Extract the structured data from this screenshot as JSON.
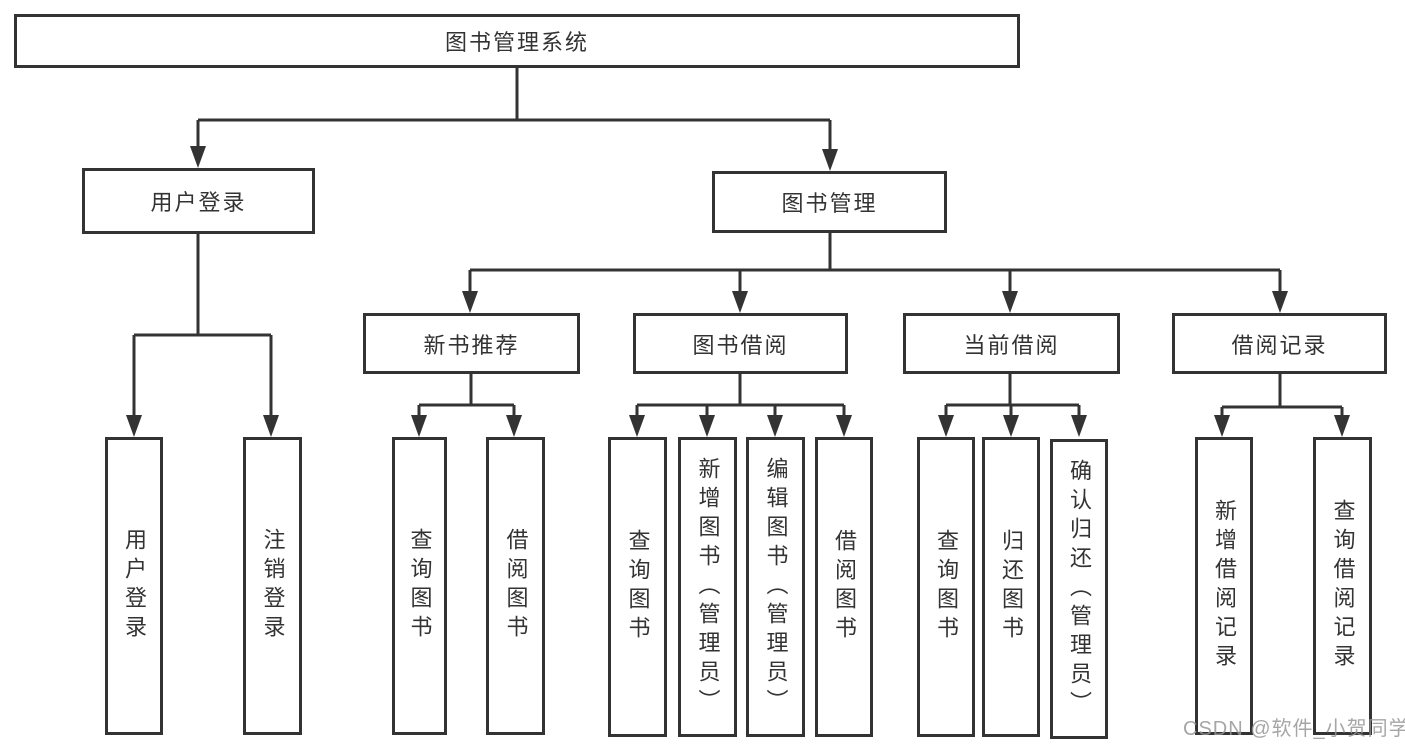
{
  "diagram_title": "图书管理系统",
  "colors": {
    "line": "#333333",
    "text": "#333333",
    "box_background": "#ffffff",
    "watermark": "#969696"
  },
  "nodes": {
    "root": {
      "label": "图书管理系统"
    },
    "user_login": {
      "label": "用户登录"
    },
    "book_mgmt": {
      "label": "图书管理"
    },
    "ul_login": {
      "label": "用户登录"
    },
    "ul_logout": {
      "label": "注销登录"
    },
    "new_books": {
      "label": "新书推荐"
    },
    "book_borrow": {
      "label": "图书借阅"
    },
    "current_borrow": {
      "label": "当前借阅"
    },
    "borrow_records": {
      "label": "借阅记录"
    },
    "nb_query": {
      "label": "查询图书"
    },
    "nb_borrow": {
      "label": "借阅图书"
    },
    "bb_query": {
      "label": "查询图书"
    },
    "bb_add": {
      "label": "新增图书（管理员）"
    },
    "bb_edit": {
      "label": "编辑图书（管理员）"
    },
    "bb_borrow": {
      "label": "借阅图书"
    },
    "cb_query": {
      "label": "查询图书"
    },
    "cb_return": {
      "label": "归还图书"
    },
    "cb_confirm": {
      "label": "确认归还（管理员）"
    },
    "br_add": {
      "label": "新增借阅记录"
    },
    "br_query": {
      "label": "查询借阅记录"
    }
  },
  "watermark": {
    "text": "CSDN @软件_小贺同学"
  }
}
